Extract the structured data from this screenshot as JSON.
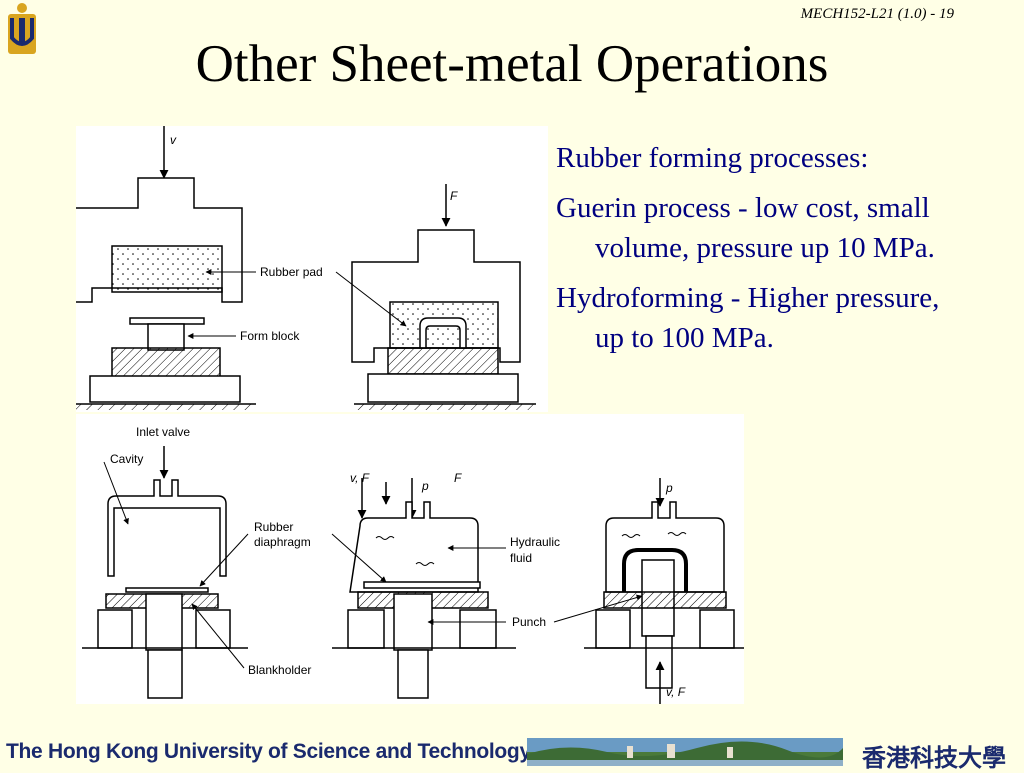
{
  "header": {
    "slide_id": "MECH152-L21 (1.0) - 19",
    "title": "Other Sheet-metal Operations"
  },
  "bullets": [
    "Rubber forming processes:",
    "Guerin process - low cost, small volume, pressure up 10 MPa.",
    "Hydroforming - Higher pressure, up to 100 MPa."
  ],
  "diagram_labels": {
    "top": {
      "v": "v",
      "f": "F",
      "rubber_pad": "Rubber pad",
      "form_block": "Form block"
    },
    "bottom": {
      "inlet_valve": "Inlet valve",
      "cavity": "Cavity",
      "rubber_diaphragm_1": "Rubber",
      "rubber_diaphragm_2": "diaphragm",
      "vf": "v, F",
      "p": "p",
      "f": "F",
      "hydraulic_1": "Hydraulic",
      "hydraulic_2": "fluid",
      "punch": "Punch",
      "blankholder": "Blankholder",
      "p_right": "p",
      "vf_bottom": "v, F"
    }
  },
  "footer": {
    "university": "The Hong Kong University of Science and Technology",
    "chinese_name": "香港科技大學"
  },
  "colors": {
    "background": "#ffffe6",
    "bullet_text": "#000080",
    "footer_text": "#1a2a6e"
  }
}
